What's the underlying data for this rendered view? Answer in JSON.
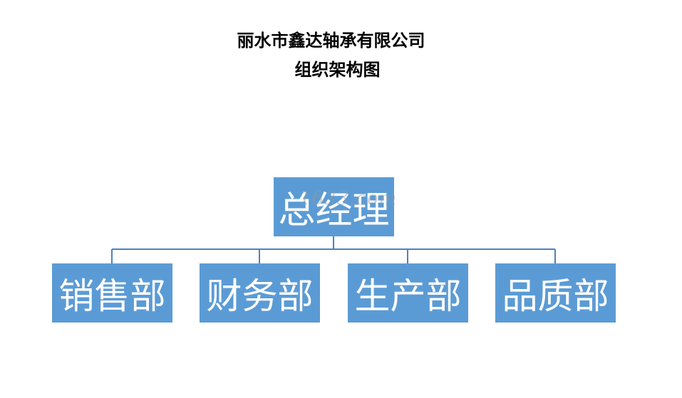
{
  "title": {
    "company": "丽水市鑫达轴承有限公司",
    "subtitle": "组织架构图"
  },
  "org": {
    "root": "总经理",
    "children": [
      "销售部",
      "财务部",
      "生产部",
      "品质部"
    ]
  },
  "watermark": "1633.com",
  "colors": {
    "box_fill": "#5b9bd5",
    "box_text": "#ffffff",
    "connector": "#4f81bd"
  }
}
